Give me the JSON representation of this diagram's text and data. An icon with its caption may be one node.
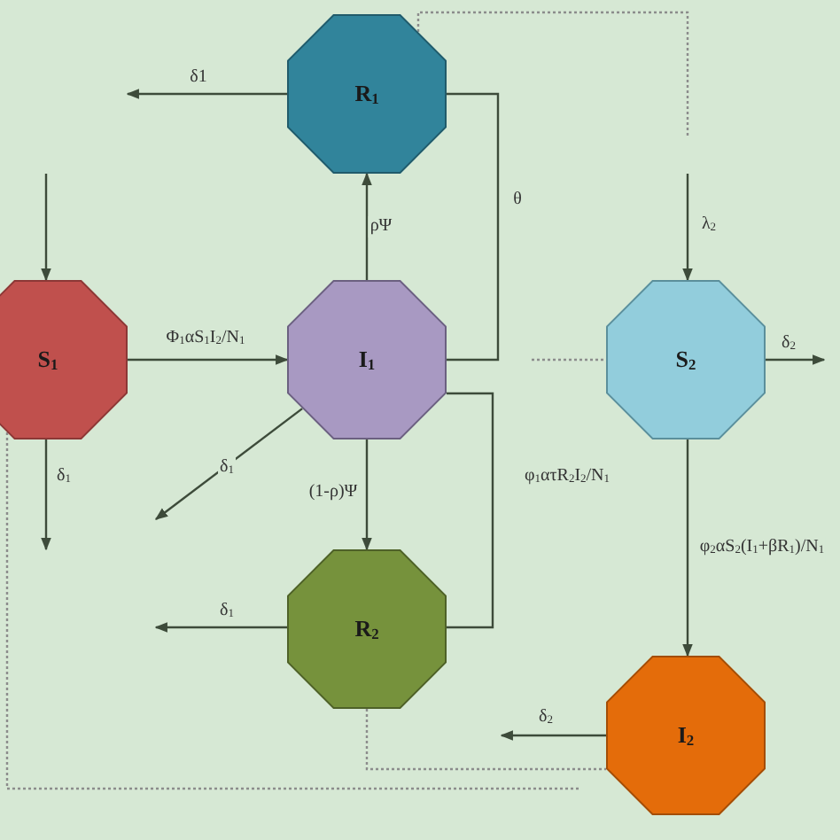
{
  "diagram": {
    "nodes": [
      {
        "text": [
          "R$_{1}$"
        ]
      },
      {
        "text": [
          "S$_{1}$"
        ]
      },
      {
        "text": [
          "I$_{1}$"
        ]
      },
      {
        "text": [
          "S$_{2}$"
        ]
      },
      {
        "text": [
          "R$_{2}$"
        ]
      },
      {
        "text": [
          "I$_{2}$"
        ]
      }
    ],
    "edges": [
      {
        "from": 0,
        "to": null,
        "arrow": "to",
        "label": "δ1"
      },
      {
        "from": null,
        "to": 1,
        "arrow": "to"
      },
      {
        "from": 2,
        "to": 0,
        "arrow": "to",
        "label": "ρΨ"
      },
      {
        "from": 0,
        "to": 2,
        "arrow": "none",
        "label": "θ"
      },
      {
        "from": 1,
        "to": 2,
        "arrow": "to",
        "label": "Φ$_{1}$αS$_{1}$I$_{2}$/N$_{1}$"
      },
      {
        "from": 1,
        "to": null,
        "arrow": "to",
        "label": "δ$_{1}$"
      },
      {
        "from": 2,
        "to": null,
        "arrow": "to",
        "label": "δ$_{1}$"
      },
      {
        "from": 2,
        "to": 4,
        "arrow": "to",
        "label": "(1-ρ)Ψ"
      },
      {
        "from": 2,
        "to": 4,
        "arrow": "none",
        "label": "φ$_{1}$ατR$_{2}$I$_{2}$/N$_{1}$"
      },
      {
        "from": 4,
        "to": null,
        "arrow": "to",
        "label": "δ$_{1}$"
      },
      {
        "from": 0,
        "to": null,
        "arrow": "none",
        "style": "dashed",
        "color": "#8c8c8c"
      },
      {
        "from": null,
        "to": 3,
        "arrow": "to",
        "label": "λ$_{2}$"
      },
      {
        "from": null,
        "to": 3,
        "arrow": "none",
        "style": "dashed",
        "color": "#8c8c8c"
      },
      {
        "from": 3,
        "to": null,
        "arrow": "to",
        "label": "δ$_{2}$"
      },
      {
        "from": 3,
        "to": 5,
        "arrow": "to",
        "label": "φ$_{2}$αS$_{2}$(I$_{1}$+βR$_{1}$)/N$_{1}$"
      },
      {
        "from": 5,
        "to": null,
        "arrow": "to",
        "label": "δ$_{2}$"
      },
      {
        "from": 4,
        "to": 5,
        "arrow": "none",
        "style": "dashed",
        "color": "#8c8c8c"
      },
      {
        "from": 1,
        "to": null,
        "arrow": "none",
        "style": "dashed",
        "color": "#8c8c8c"
      }
    ]
  }
}
